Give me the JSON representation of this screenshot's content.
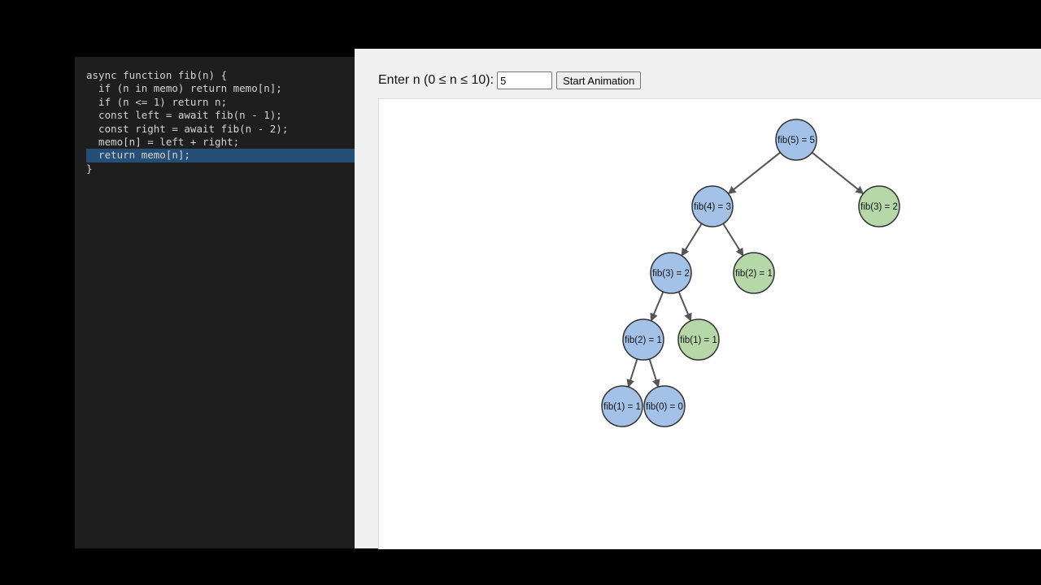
{
  "code": {
    "lines": [
      "async function fib(n) {",
      "  if (n in memo) return memo[n];",
      "  if (n <= 1) return n;",
      "  const left = await fib(n - 1);",
      "  const right = await fib(n - 2);",
      "  memo[n] = left + right;",
      "  return memo[n];",
      "}"
    ],
    "highlighted_line": 6
  },
  "controls": {
    "label": "Enter n (0 ≤ n ≤ 10):",
    "input_value": "5",
    "button_label": "Start Animation"
  },
  "tree": {
    "colors": {
      "computed": "#a4c2e8",
      "memo_hit": "#b6d7a8",
      "stroke": "#333333",
      "edge": "#555555"
    },
    "nodes": [
      {
        "id": "n5",
        "label": "fib(5) = 5",
        "state": "computed"
      },
      {
        "id": "n4",
        "label": "fib(4) = 3",
        "state": "computed"
      },
      {
        "id": "n3b",
        "label": "fib(3) = 2",
        "state": "memo_hit"
      },
      {
        "id": "n3",
        "label": "fib(3) = 2",
        "state": "computed"
      },
      {
        "id": "n2b",
        "label": "fib(2) = 1",
        "state": "memo_hit"
      },
      {
        "id": "n2",
        "label": "fib(2) = 1",
        "state": "computed"
      },
      {
        "id": "n1b",
        "label": "fib(1) = 1",
        "state": "memo_hit"
      },
      {
        "id": "n1",
        "label": "fib(1) = 1",
        "state": "computed"
      },
      {
        "id": "n0",
        "label": "fib(0) = 0",
        "state": "computed"
      }
    ],
    "edges": [
      [
        "n5",
        "n4"
      ],
      [
        "n5",
        "n3b"
      ],
      [
        "n4",
        "n3"
      ],
      [
        "n4",
        "n2b"
      ],
      [
        "n3",
        "n2"
      ],
      [
        "n3",
        "n1b"
      ],
      [
        "n2",
        "n1"
      ],
      [
        "n2",
        "n0"
      ]
    ]
  }
}
